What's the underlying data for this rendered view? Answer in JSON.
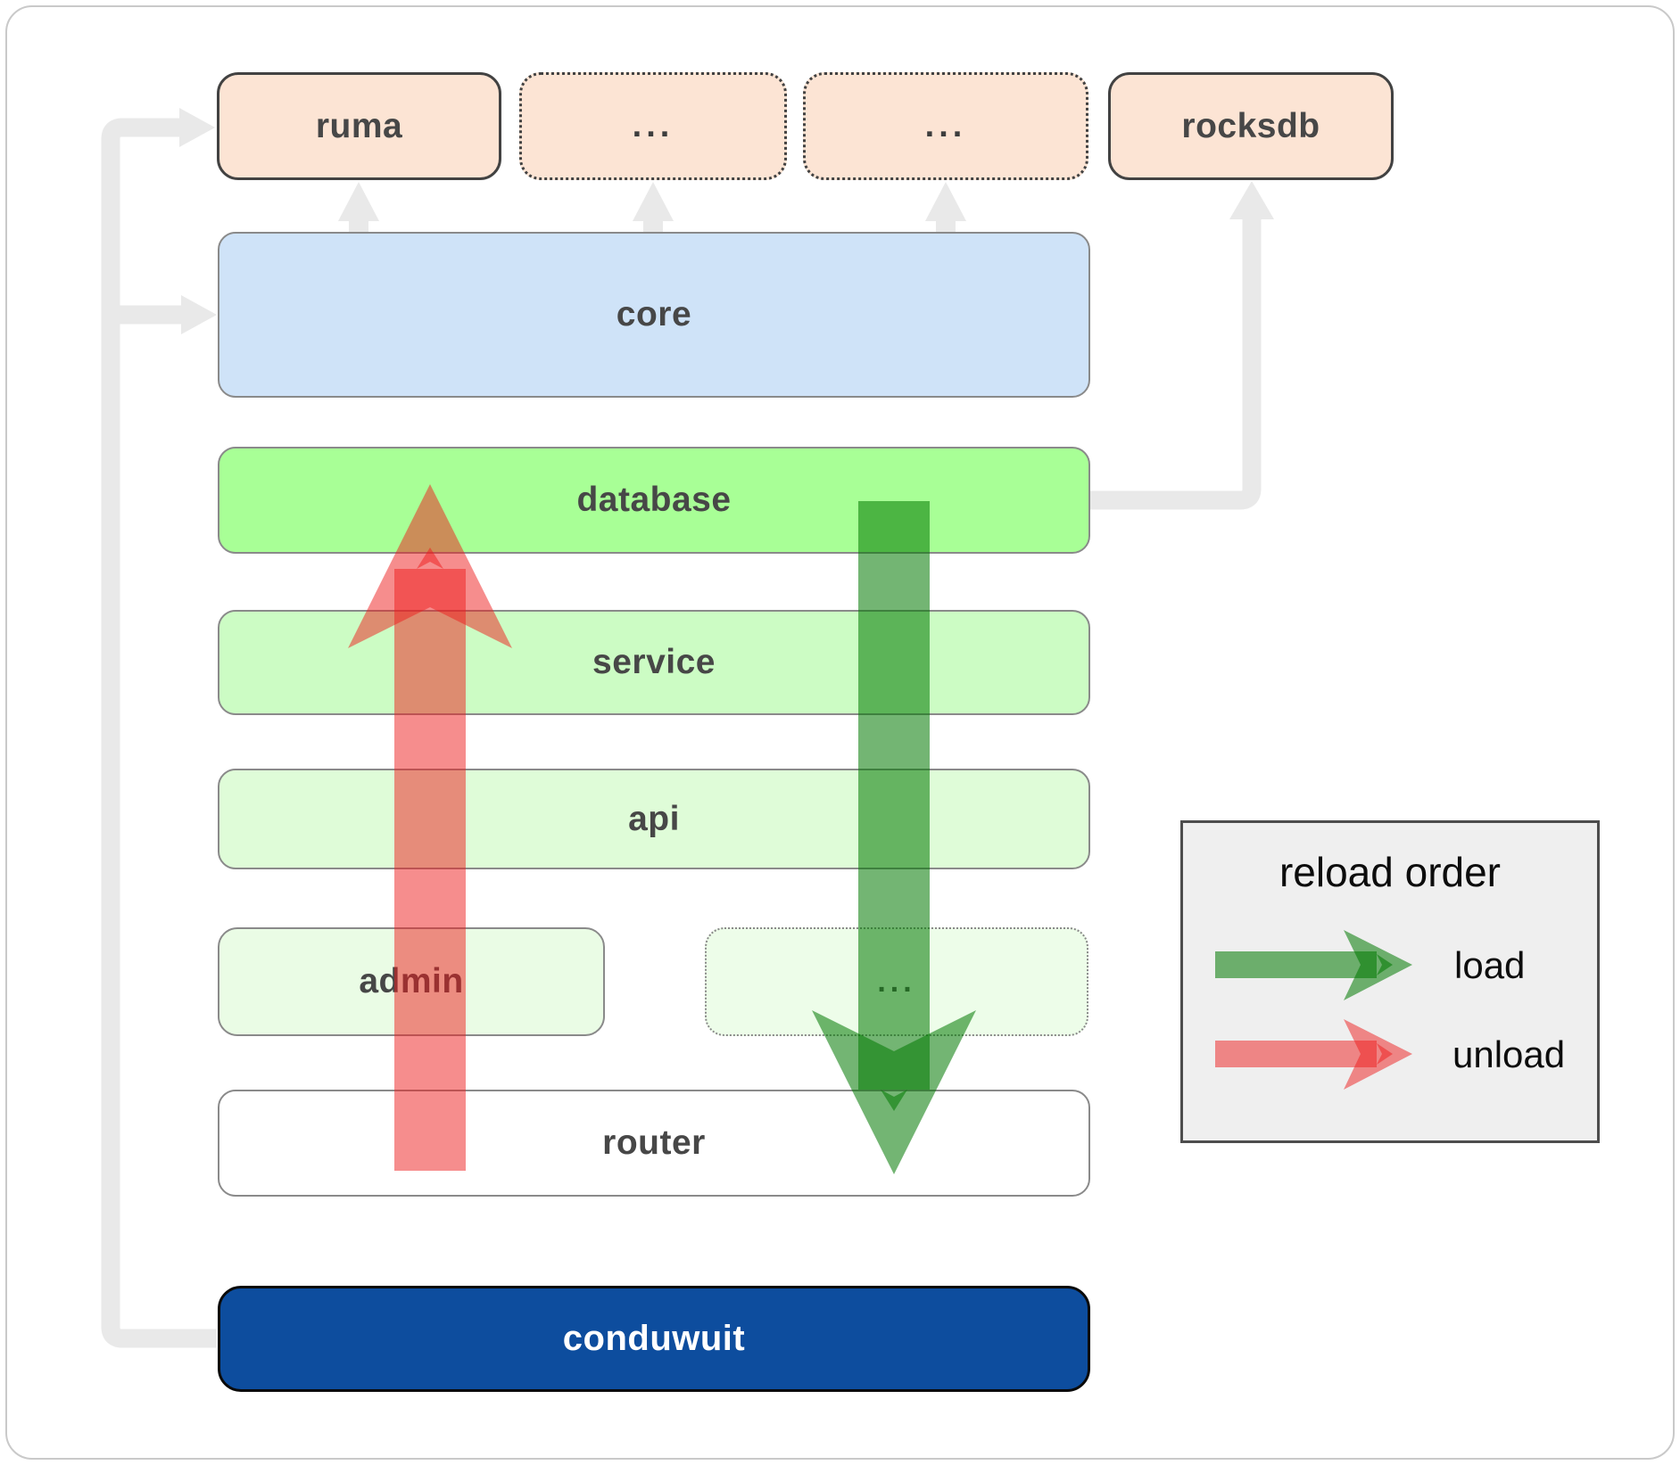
{
  "boxes": {
    "ruma": {
      "label": "ruma"
    },
    "top_etc_1": {
      "label": "..."
    },
    "top_etc_2": {
      "label": "..."
    },
    "rocksdb": {
      "label": "rocksdb"
    },
    "core": {
      "label": "core"
    },
    "database": {
      "label": "database"
    },
    "service": {
      "label": "service"
    },
    "api": {
      "label": "api"
    },
    "admin": {
      "label": "admin"
    },
    "admin_etc": {
      "label": "..."
    },
    "router": {
      "label": "router"
    },
    "conduwuit": {
      "label": "conduwuit"
    }
  },
  "legend": {
    "title": "reload order",
    "load_label": "load",
    "unload_label": "unload"
  },
  "colors": {
    "connector": "#e9e9e9",
    "load": "#007800",
    "unload": "#ed1c1c",
    "peach_box": "#fce4d4",
    "core_blue": "#cfe3f8",
    "database_green": "#a8ff96",
    "service_green": "#ccfcc4",
    "api_green": "#dffcd8",
    "admin_green": "#eafce5",
    "conduwuit_blue": "#0d4d9e",
    "legend_bg": "#efefef",
    "frame_gray": "#c9c9c9"
  }
}
